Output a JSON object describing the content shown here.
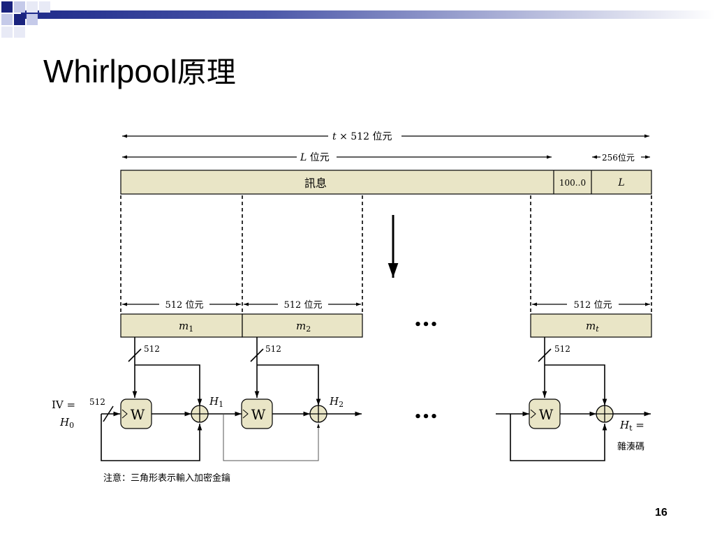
{
  "slide": {
    "title_latin": "Whirlpool",
    "title_cjk": "原理",
    "page_number": "16"
  },
  "diagram": {
    "total_length_prefix": "t",
    "total_length_rest": " × 512 位元",
    "message_length_prefix": "L",
    "message_length_rest": " 位元",
    "length_field_size": "256位元",
    "message_label": "訊息",
    "padding_label": "100..0",
    "length_field_label": "L",
    "block_size_label": "512 位元",
    "block_1": {
      "base": "m",
      "sub": "1"
    },
    "block_2": {
      "base": "m",
      "sub": "2"
    },
    "block_t": {
      "base": "m",
      "sub": "t"
    },
    "ellipsis": "•••",
    "input_width": "512",
    "iv_line1": "IV =",
    "iv_line2_base": "H",
    "iv_line2_sub": "0",
    "iv_width": "512",
    "w_label": "W",
    "hash_1": {
      "base": "H",
      "sub": "1"
    },
    "hash_2": {
      "base": "H",
      "sub": "2"
    },
    "hash_t": {
      "base": "H",
      "sub": "t",
      "suffix": " ="
    },
    "hash_code_label": "雜湊碼",
    "note": "注意：三角形表示輸入加密金鑰"
  }
}
